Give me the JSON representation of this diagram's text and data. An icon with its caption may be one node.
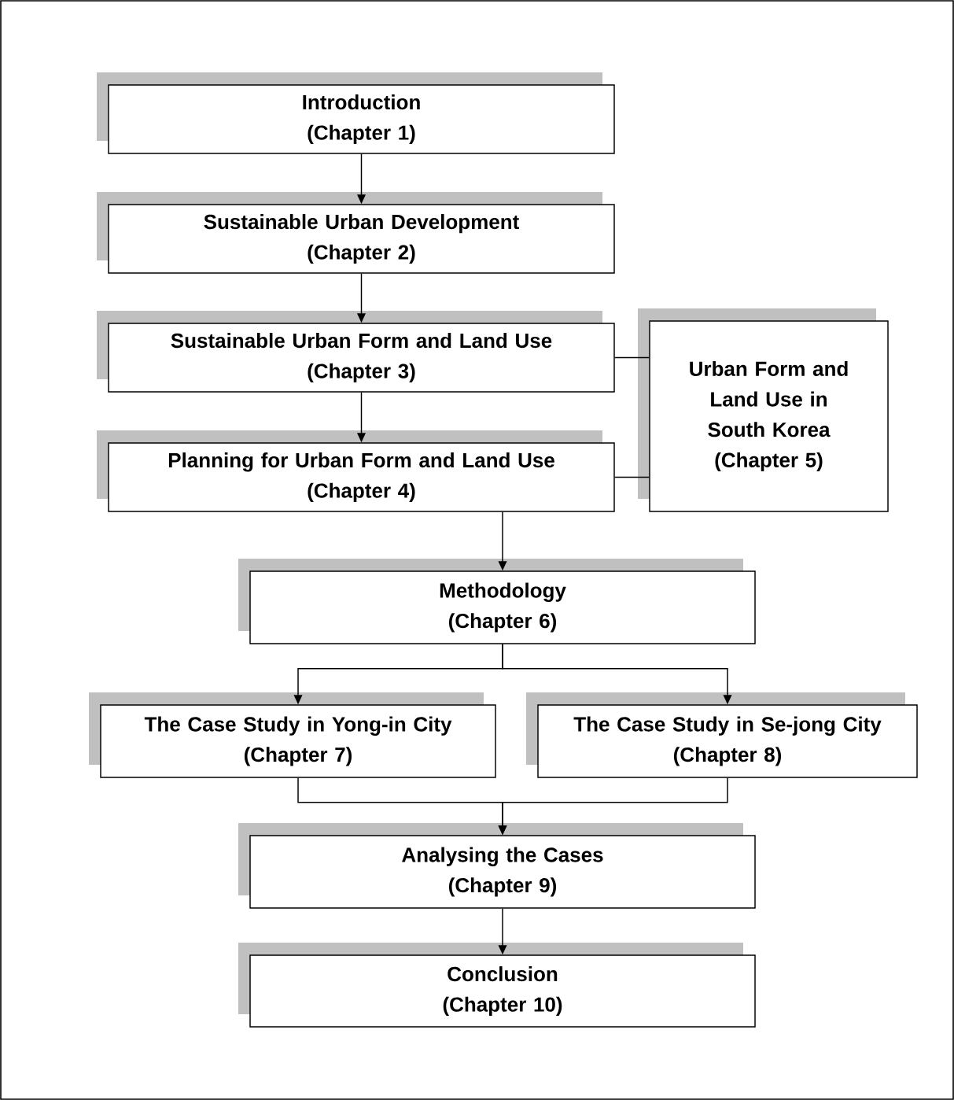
{
  "diagram": {
    "nodes": [
      {
        "text": [
          "Introduction",
          "(Chapter 1)"
        ]
      },
      {
        "text": [
          "Sustainable Urban Development",
          "(Chapter 2)"
        ]
      },
      {
        "text": [
          "Sustainable Urban Form and Land Use",
          "(Chapter 3)"
        ]
      },
      {
        "text": [
          "Planning for Urban Form and Land Use",
          "(Chapter 4)"
        ]
      },
      {
        "text": [
          "Urban Form and Land Use in South Korea",
          "(Chapter 5)"
        ]
      },
      {
        "text": [
          "Methodology",
          "(Chapter 6)"
        ]
      },
      {
        "text": [
          "The Case Study in Yong-in City",
          "(Chapter 7)"
        ]
      },
      {
        "text": [
          "The Case Study in Se-jong City",
          "(Chapter 8)"
        ]
      },
      {
        "text": [
          "Analysing the Cases",
          "(Chapter 9)"
        ]
      },
      {
        "text": [
          "Conclusion",
          "(Chapter 10)"
        ]
      }
    ],
    "edges": [
      {
        "from": 0,
        "to": 1,
        "arrow": "to"
      },
      {
        "from": 1,
        "to": 2,
        "arrow": "to"
      },
      {
        "from": 2,
        "to": 3,
        "arrow": "to"
      },
      {
        "from": 2,
        "to": 4,
        "arrow": "none"
      },
      {
        "from": 3,
        "to": 4,
        "arrow": "none"
      },
      {
        "from": 3,
        "to": 5,
        "arrow": "to"
      },
      {
        "from": 5,
        "to": 6,
        "arrow": "to"
      },
      {
        "from": 5,
        "to": 7,
        "arrow": "to"
      },
      {
        "from": 6,
        "to": 8,
        "arrow": "to"
      },
      {
        "from": 7,
        "to": 8,
        "arrow": "to"
      },
      {
        "from": 8,
        "to": 9,
        "arrow": "to"
      }
    ]
  }
}
